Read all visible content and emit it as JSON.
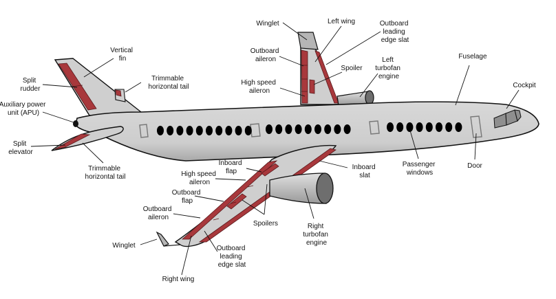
{
  "diagram": {
    "colors": {
      "fuselage": "#cfcfcf",
      "fuselage_shadow": "#a9a9a9",
      "control_surface": "#a8383c",
      "engine_dark": "#6e6e6e",
      "outline": "#111111",
      "background": "#ffffff"
    },
    "labels": {
      "vertical_fin": [
        "Vertical",
        "fin"
      ],
      "split_rudder": [
        "Split",
        "rudder"
      ],
      "trimmable_tail_upper": [
        "Trimmable",
        "horizontal tail"
      ],
      "apu": [
        "Auxiliary power",
        "unit (APU)"
      ],
      "split_elevator": [
        "Split",
        "elevator"
      ],
      "trimmable_tail_lower": [
        "Trimmable",
        "horizontal tail"
      ],
      "winglet_left": [
        "Winglet"
      ],
      "left_wing": [
        "Left wing"
      ],
      "outboard_slat_left": [
        "Outboard",
        "leading",
        "edge slat"
      ],
      "outboard_aileron_left": [
        "Outboard",
        "aileron"
      ],
      "spoiler": [
        "Spoiler"
      ],
      "left_engine": [
        "Left",
        "turbofan",
        "engine"
      ],
      "high_speed_aileron_left": [
        "High speed",
        "aileron"
      ],
      "fuselage": [
        "Fuselage"
      ],
      "cockpit": [
        "Cockpit"
      ],
      "passenger_windows": [
        "Passenger",
        "windows"
      ],
      "door": [
        "Door"
      ],
      "inboard_slat": [
        "Inboard",
        "slat"
      ],
      "inboard_flap": [
        "Inboard",
        "flap"
      ],
      "high_speed_aileron_right": [
        "High speed",
        "aileron"
      ],
      "outboard_flap": [
        "Outboard",
        "flap"
      ],
      "outboard_aileron_right": [
        "Outboard",
        "aileron"
      ],
      "spoilers": [
        "Spoilers"
      ],
      "right_engine": [
        "Right",
        "turbofan",
        "engine"
      ],
      "winglet_right": [
        "Winglet"
      ],
      "outboard_slat_right": [
        "Outboard",
        "leading",
        "edge slat"
      ],
      "right_wing": [
        "Right wing"
      ]
    }
  }
}
